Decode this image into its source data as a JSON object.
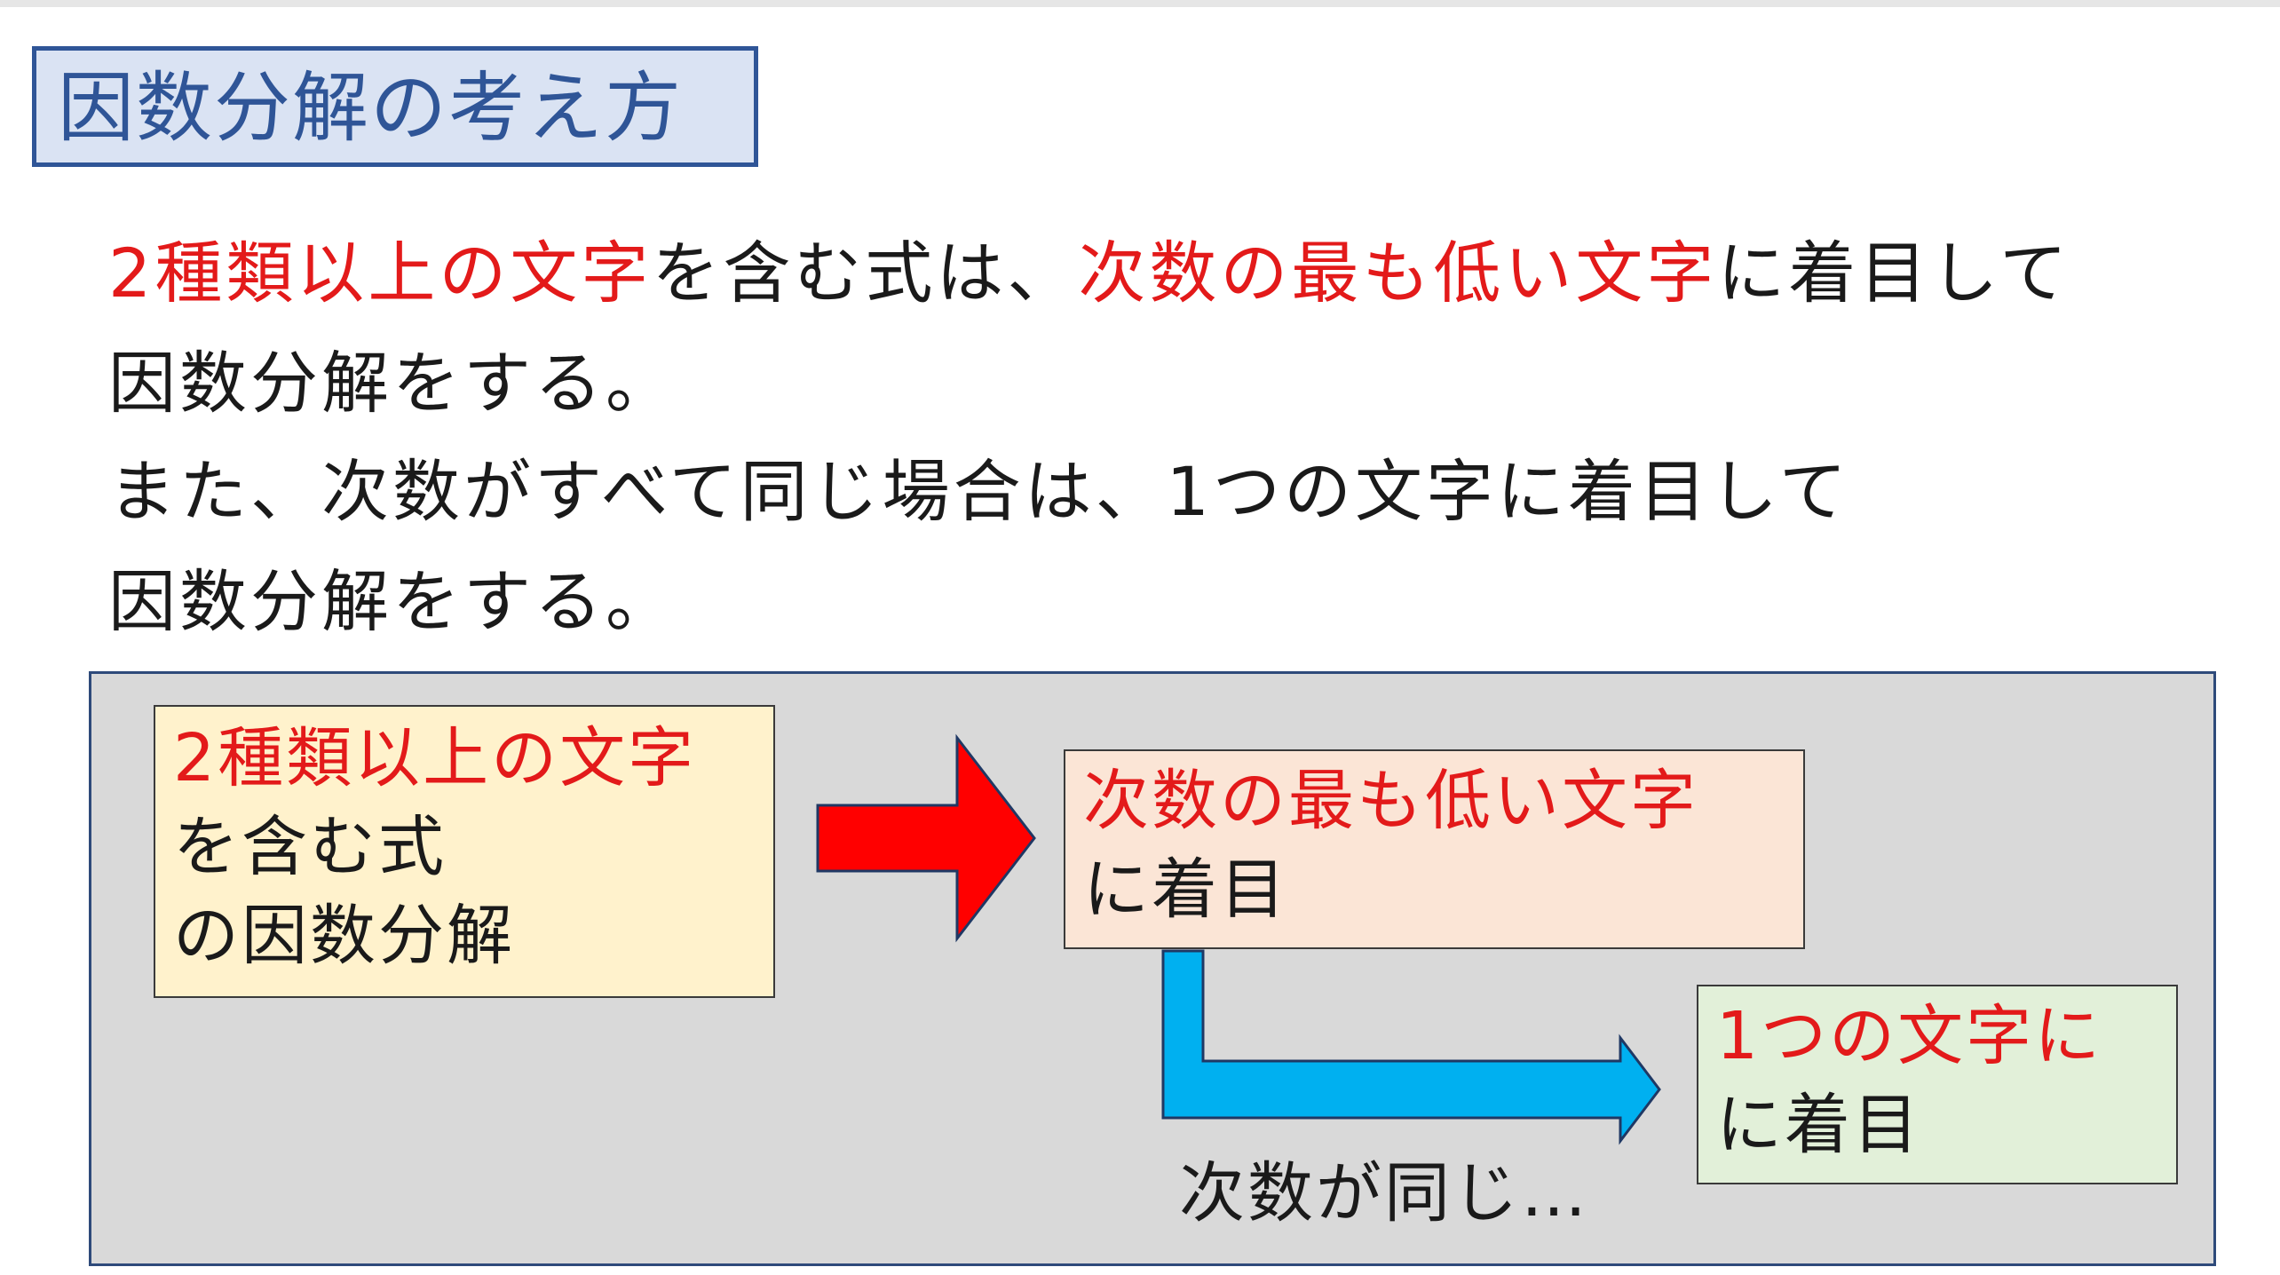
{
  "title": "因数分解の考え方",
  "body": {
    "line1": {
      "r1": "2種類以上の文字",
      "t1": "を含む式は、",
      "r2": "次数の最も低い文字",
      "t2": "に着目して"
    },
    "line2": "因数分解をする。",
    "line3": "また、次数がすべて同じ場合は、1つの文字に着目して",
    "line4": "因数分解をする。"
  },
  "diagram": {
    "box_a": {
      "line1": "2種類以上の文字",
      "line2": "を含む式",
      "line3": "の因数分解"
    },
    "box_b": {
      "line1": "次数の最も低い文字",
      "line2": "に着目"
    },
    "box_c": {
      "line1": "1つの文字に",
      "line2": "に着目"
    },
    "caption": "次数が同じ…"
  },
  "colors": {
    "accent_red": "#e31a1a",
    "title_blue": "#2f5597",
    "title_fill": "#dae3f3",
    "arrow_red": "#ff0000",
    "arrow_blue": "#00b0f0",
    "box_a_fill": "#fff2cc",
    "box_b_fill": "#fbe5d6",
    "box_c_fill": "#e2f0d9",
    "diagram_bg": "#d9d9d9"
  }
}
